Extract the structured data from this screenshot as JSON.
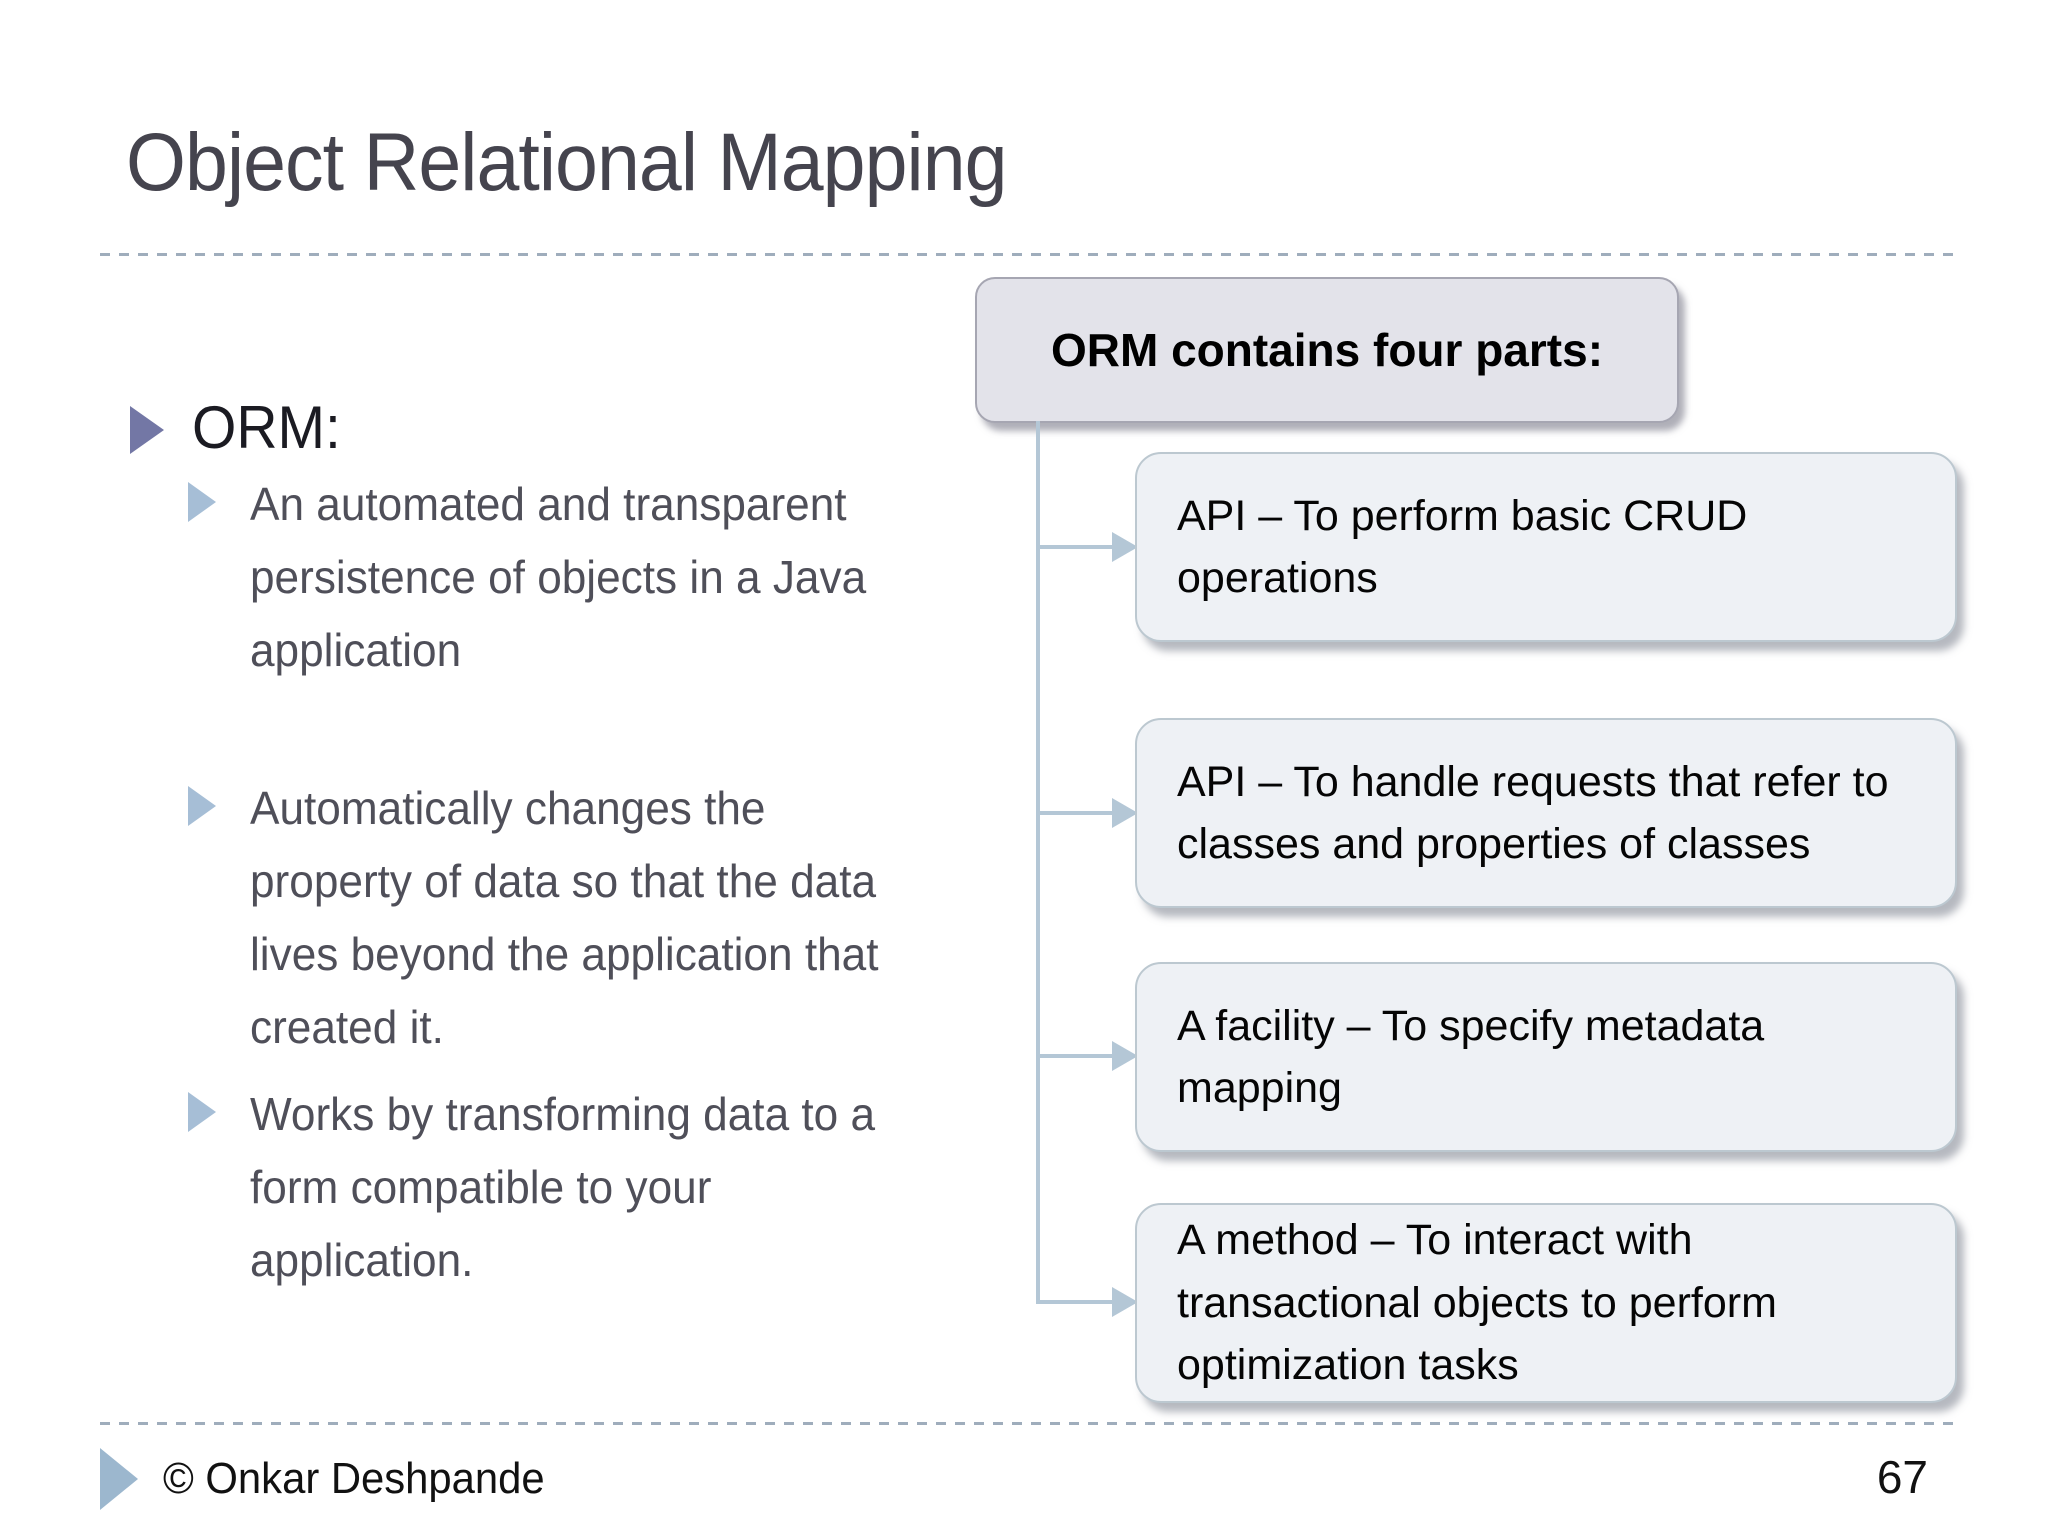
{
  "slide": {
    "title": "Object Relational Mapping",
    "copyright": "© Onkar Deshpande",
    "page_number": "67"
  },
  "content": {
    "heading_bullet": "ORM:",
    "sub_bullets": [
      "An automated and transparent persistence of objects in a Java application",
      "Automatically changes the property of data so that the data lives beyond the application that created it.",
      "Works by transforming data to a form compatible to your application."
    ]
  },
  "diagram": {
    "header": "ORM contains four parts:",
    "parts": [
      "API – To perform basic CRUD operations",
      "API – To handle requests that refer to classes and properties of classes",
      "A facility – To specify metadata mapping",
      "A method – To interact with transactional objects to perform optimization tasks"
    ]
  },
  "icons": {
    "bullet_level1": "triangle-right-icon",
    "bullet_level2": "triangle-right-icon",
    "footer_marker": "triangle-right-icon"
  },
  "colors": {
    "title_text": "#45444e",
    "body_text": "#4f4f59",
    "heading_bullet_text": "#1b1b22",
    "bullet_l1_marker": "#7377a5",
    "bullet_l2_marker": "#a6bed6",
    "header_box_fill": "#e3e3ea",
    "part_box_fill": "#eef1f5",
    "connector": "#b4c7d6",
    "dashed_line": "#9fadbc",
    "footer_marker": "#9cb7ce",
    "box_text": "#050505"
  }
}
